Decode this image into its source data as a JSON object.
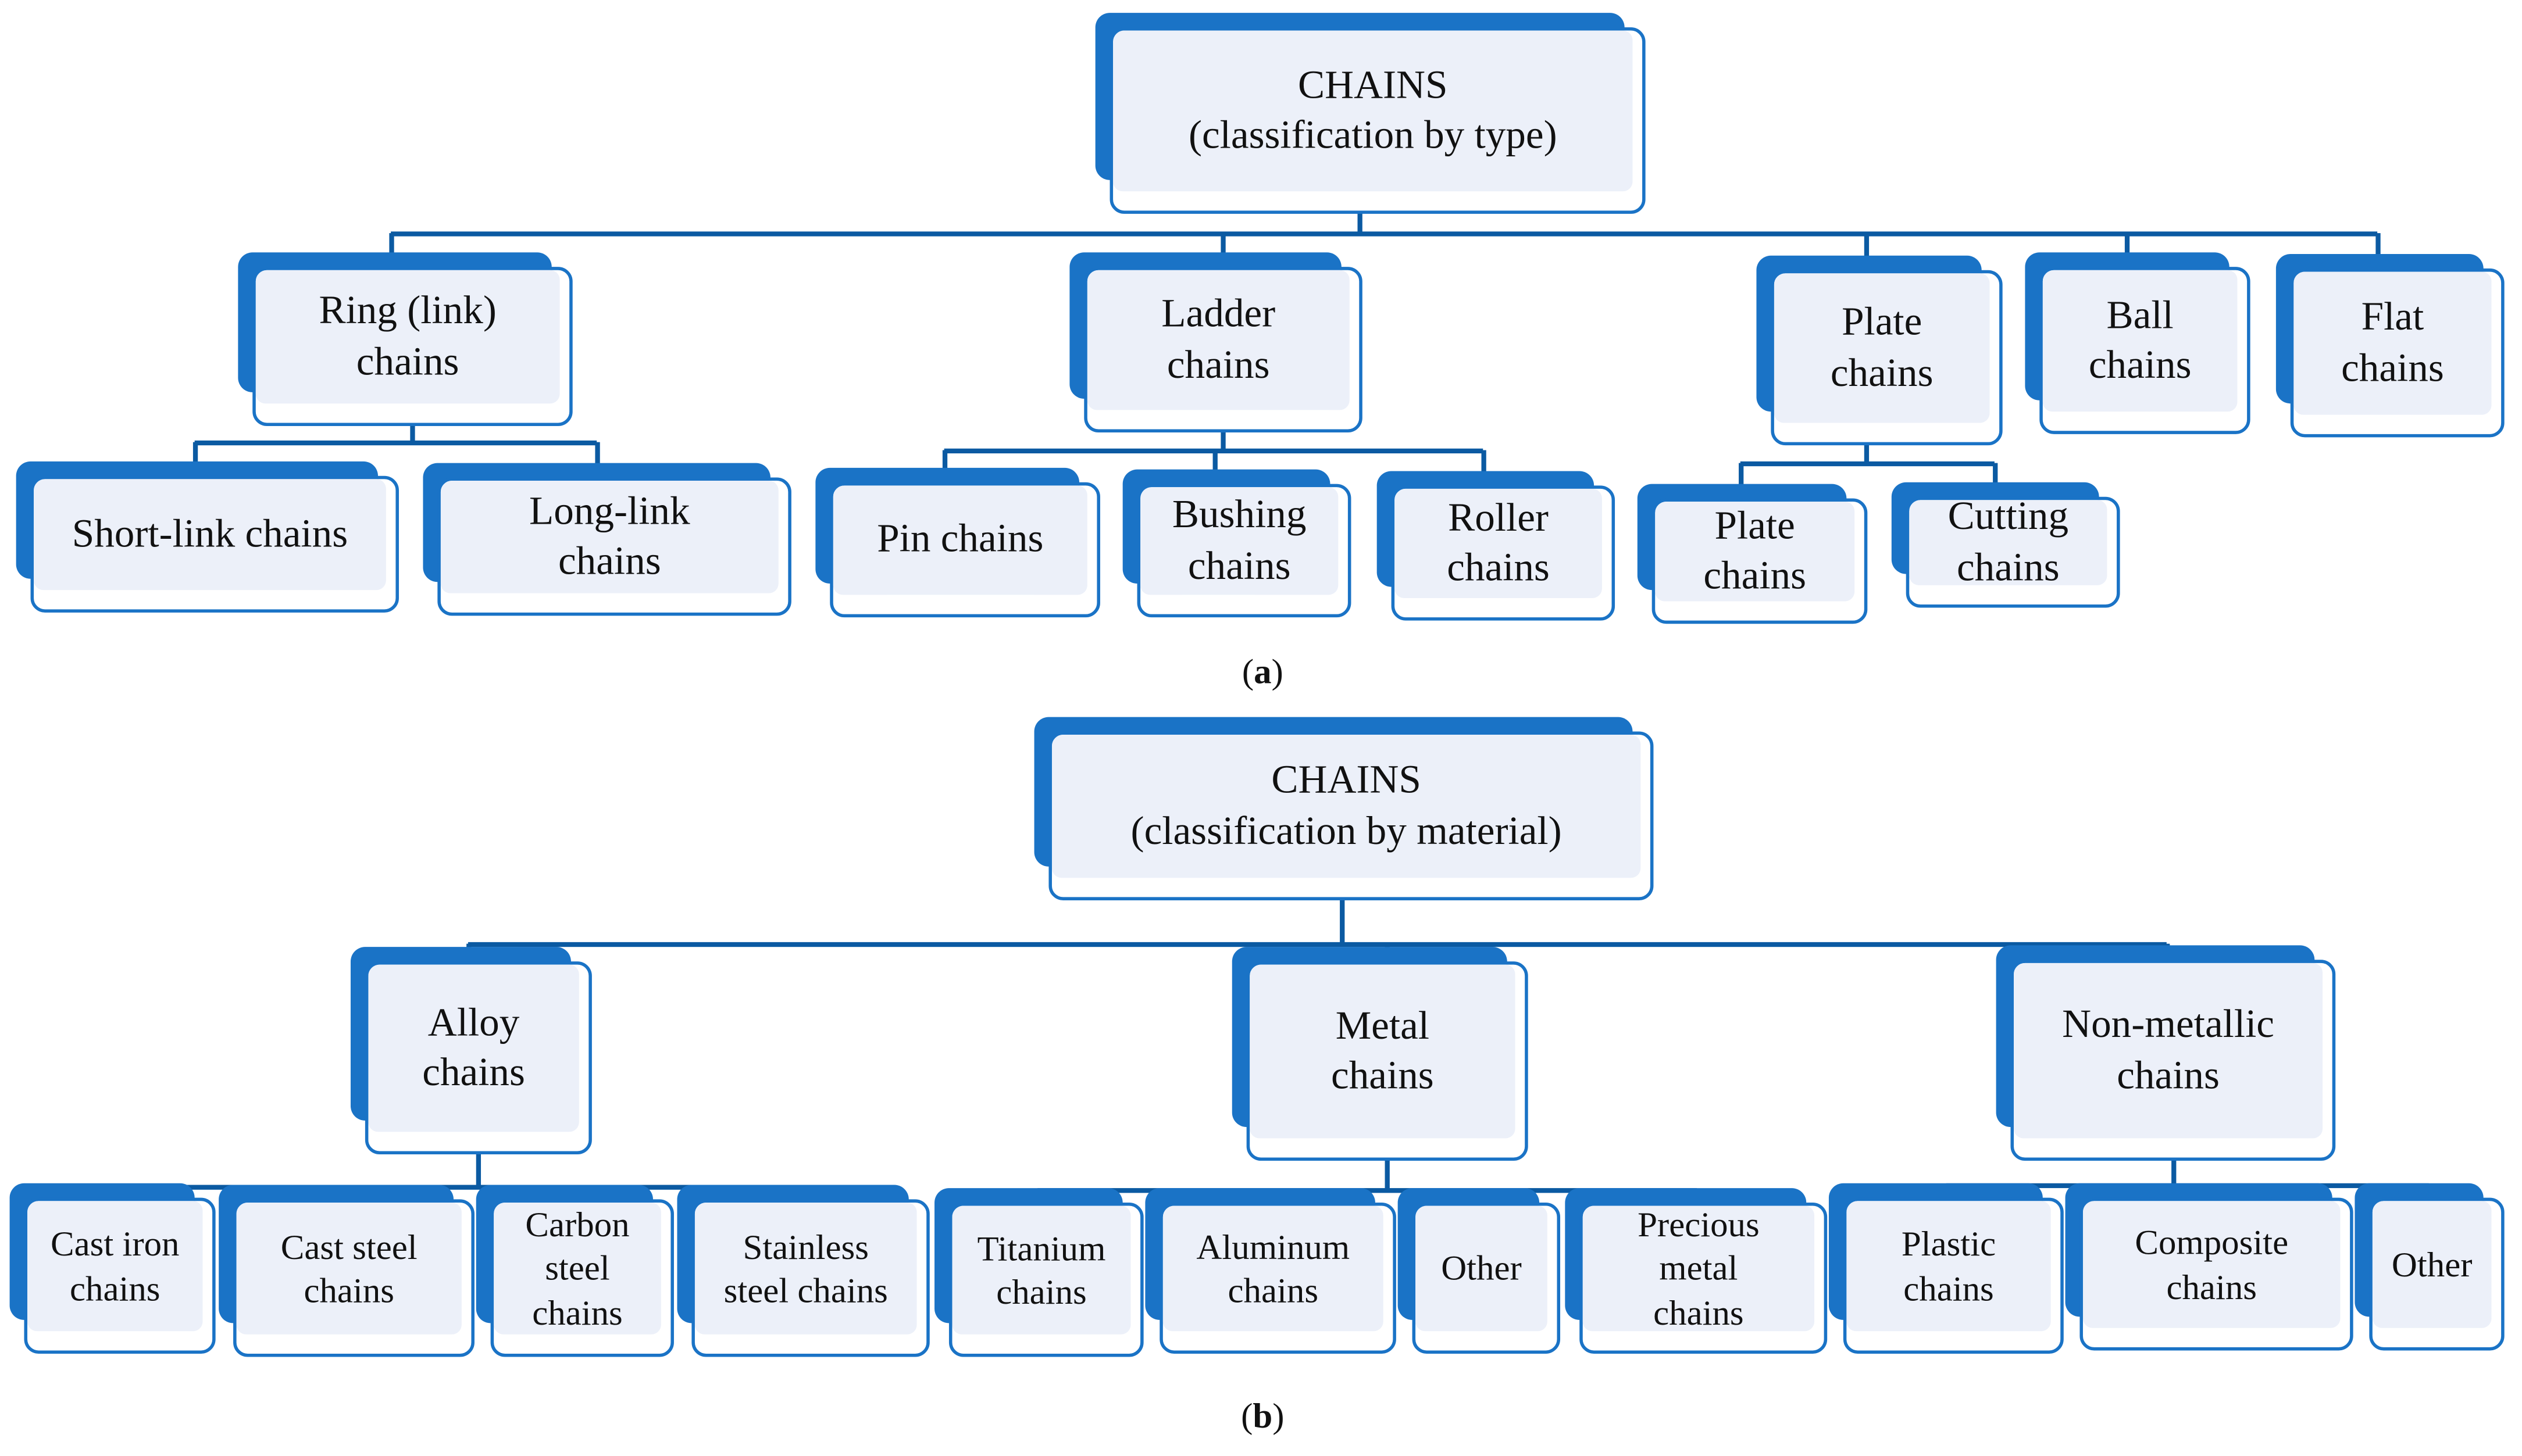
{
  "diagram_a": {
    "root": "CHAINS\n(classification by type)",
    "level1": [
      "Ring (link)\nchains",
      "Ladder\nchains",
      "Plate\nchains",
      "Ball\nchains",
      "Flat\nchains"
    ],
    "ring_children": [
      "Short-link chains",
      "Long-link\nchains"
    ],
    "ladder_children": [
      "Pin chains",
      "Bushing\nchains",
      "Roller\nchains"
    ],
    "plate_children": [
      "Plate\nchains",
      "Cutting\nchains"
    ],
    "caption": "a"
  },
  "diagram_b": {
    "root": "CHAINS\n(classification by material)",
    "level1": [
      "Alloy\nchains",
      "Metal\nchains",
      "Non-metallic\nchains"
    ],
    "alloy_children": [
      "Cast iron\nchains",
      "Cast steel\nchains",
      "Carbon\nsteel\nchains",
      "Stainless\nsteel chains"
    ],
    "metal_children": [
      "Titanium\nchains",
      "Aluminum\nchains",
      "Other",
      "Precious\nmetal\nchains"
    ],
    "nonmetallic_children": [
      "Plastic\nchains",
      "Composite\nchains",
      "Other"
    ],
    "caption": "b"
  },
  "colors": {
    "box_border": "#1a73c6",
    "box_fill": "#ecf0f9",
    "connector": "#0b5aa2"
  }
}
